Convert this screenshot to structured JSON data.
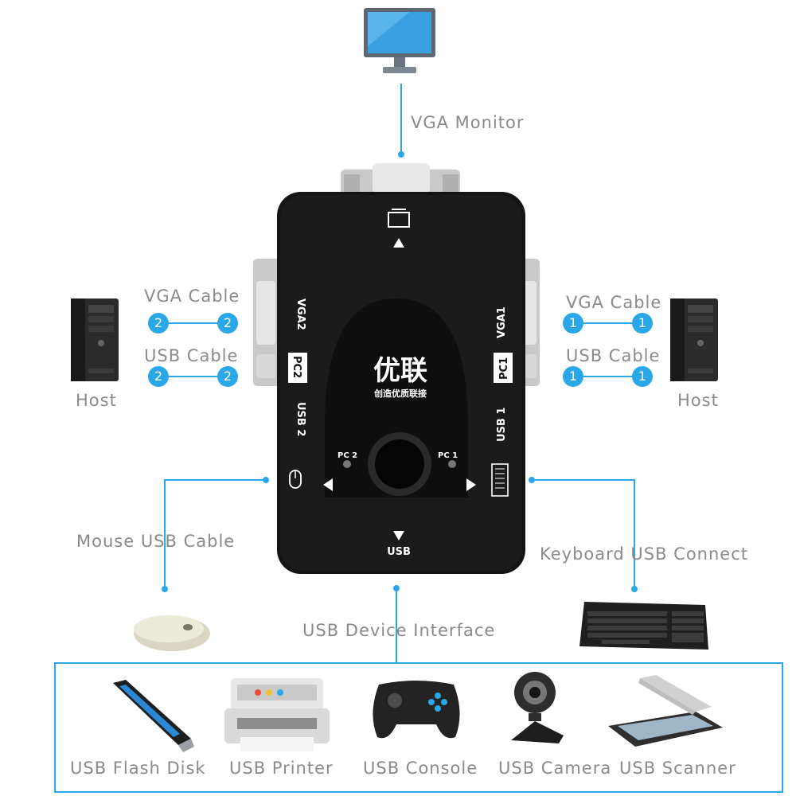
{
  "labels": {
    "vga_monitor": "VGA Monitor",
    "vga_cable_left": "VGA Cable",
    "usb_cable_left": "USB Cable",
    "vga_cable_right": "VGA Cable",
    "usb_cable_right": "USB Cable",
    "host_left": "Host",
    "host_right": "Host",
    "mouse_usb_cable": "Mouse USB Cable",
    "keyboard_usb_connect": "Keyboard USB Connect",
    "usb_device_interface": "USB Device Interface"
  },
  "port_numbers": {
    "left_vga_a": "2",
    "left_vga_b": "2",
    "left_usb_a": "2",
    "left_usb_b": "2",
    "right_vga_a": "1",
    "right_vga_b": "1",
    "right_usb_a": "1",
    "right_usb_b": "1"
  },
  "device": {
    "brand": "优联",
    "brand_sub": "创造优质联接",
    "vga2": "VGA2",
    "pc2_side": "PC2",
    "usb2": "USB 2",
    "vga1": "VGA1",
    "pc1_side": "PC1",
    "usb1": "USB 1",
    "pc2_led": "PC 2",
    "pc1_led": "PC 1",
    "usb_bottom": "USB"
  },
  "usb_devices": [
    {
      "label": "USB Flash Disk",
      "icon": "flash-disk-icon"
    },
    {
      "label": "USB Printer",
      "icon": "printer-icon"
    },
    {
      "label": "USB Console",
      "icon": "gamepad-icon"
    },
    {
      "label": "USB Camera",
      "icon": "webcam-icon"
    },
    {
      "label": "USB Scanner",
      "icon": "scanner-icon"
    }
  ],
  "colors": {
    "accent": "#2aa7e8",
    "label_text": "#8a8a8a",
    "device_body": "#141414"
  }
}
